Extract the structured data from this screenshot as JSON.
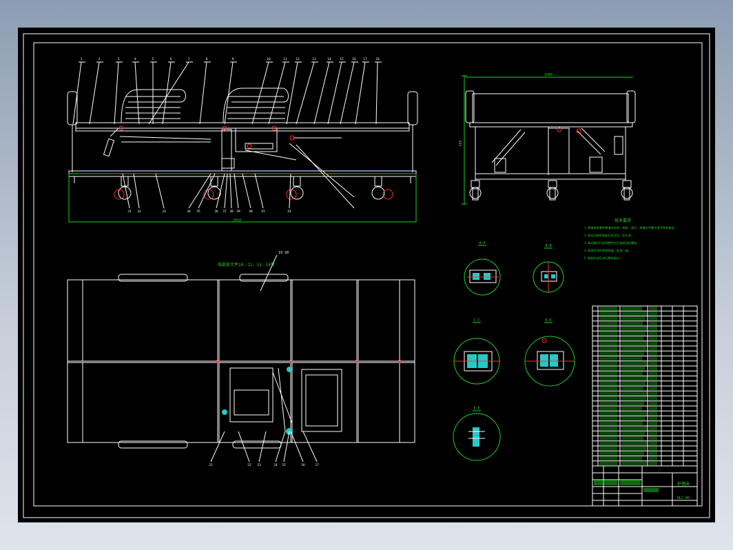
{
  "colors": {
    "background": "#000000",
    "outline": "#ffffff",
    "dimension": "#1ed21e",
    "accent_red": "#ff3030",
    "hatch_cyan": "#27c8c8"
  },
  "elevation_view": {
    "balloons": [
      "1",
      "2",
      "3",
      "4",
      "5",
      "6",
      "7",
      "8",
      "9",
      "10",
      "11",
      "12",
      "13",
      "14",
      "15",
      "16",
      "17",
      "18"
    ],
    "bottom_balloons": [
      "31",
      "32",
      "33",
      "34",
      "35",
      "36",
      "37",
      "38",
      "39",
      "40",
      "41",
      "42"
    ],
    "overall_width_label": "2010"
  },
  "side_view": {
    "width_label": "1000",
    "height_label": "500"
  },
  "plan_view": {
    "note": "局部放大件10、11、13、14等",
    "top_balloon": "19 20",
    "bottom_balloons": [
      "21",
      "22",
      "23",
      "24",
      "25",
      "26",
      "27"
    ]
  },
  "detail_views": {
    "labels": [
      "A-A",
      "B-B",
      "C-C",
      "D-D",
      "E-E"
    ]
  },
  "tech_requirements": {
    "title": "技术要求",
    "lines": [
      "1.焊接前各零件需清除毛刺、锈迹、油污，焊缝应平整光滑不得有裂纹。",
      "2.各运动部件装配后应灵活，无卡滞。",
      "3.电动推杆行程调整到位后锁紧固定螺栓。",
      "4.表面喷涂防锈漆两遍，面漆一遍。",
      "5.装配完成后进行整体调试。"
    ]
  },
  "title_block": {
    "drawing_name": "护理床",
    "drawing_no": "HLC-00",
    "bom_rows": 32
  }
}
